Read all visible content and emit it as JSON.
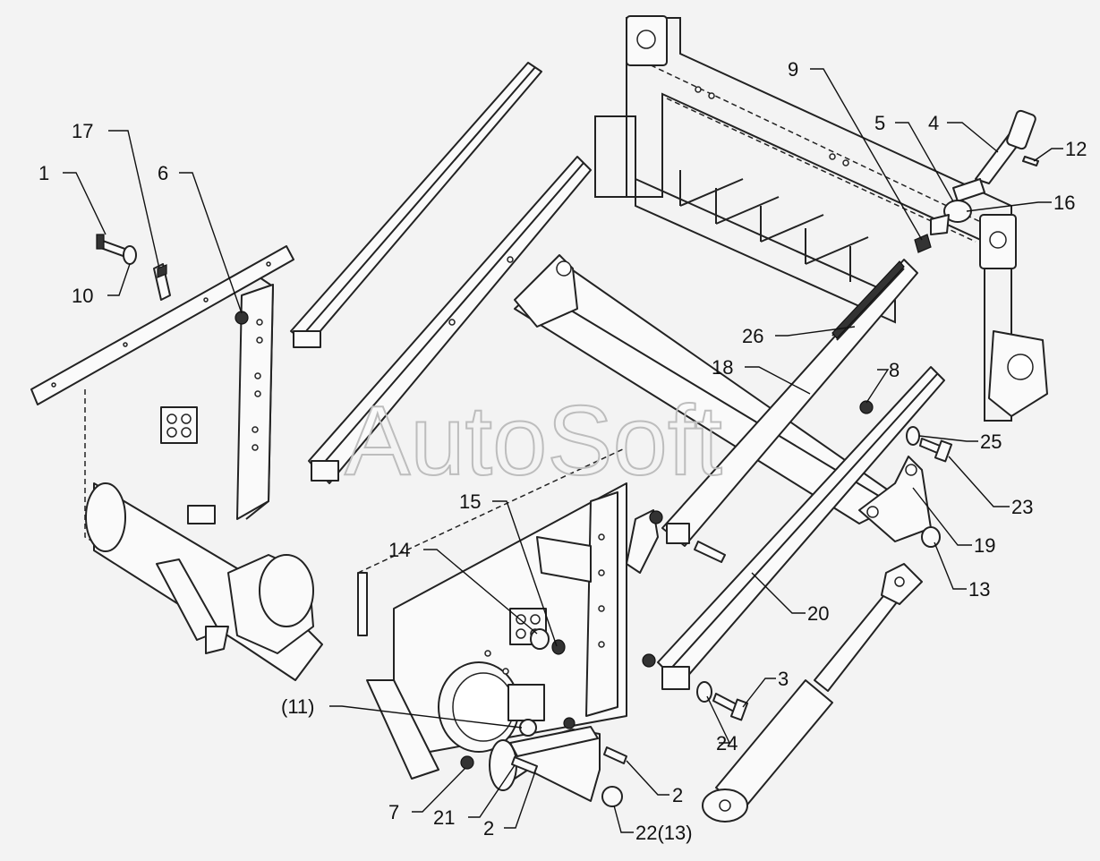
{
  "watermark": "AutoSoft",
  "callouts": [
    {
      "id": "1",
      "label": "1"
    },
    {
      "id": "17",
      "label": "17"
    },
    {
      "id": "6",
      "label": "6"
    },
    {
      "id": "10",
      "label": "10"
    },
    {
      "id": "9",
      "label": "9"
    },
    {
      "id": "5",
      "label": "5"
    },
    {
      "id": "4",
      "label": "4"
    },
    {
      "id": "12",
      "label": "12"
    },
    {
      "id": "16",
      "label": "16"
    },
    {
      "id": "26",
      "label": "26"
    },
    {
      "id": "18",
      "label": "18"
    },
    {
      "id": "8",
      "label": "8"
    },
    {
      "id": "25",
      "label": "25"
    },
    {
      "id": "23",
      "label": "23"
    },
    {
      "id": "19",
      "label": "19"
    },
    {
      "id": "13",
      "label": "13"
    },
    {
      "id": "20",
      "label": "20"
    },
    {
      "id": "15",
      "label": "15"
    },
    {
      "id": "14",
      "label": "14"
    },
    {
      "id": "3",
      "label": "3"
    },
    {
      "id": "24",
      "label": "24"
    },
    {
      "id": "11",
      "label": "(11)"
    },
    {
      "id": "7",
      "label": "7"
    },
    {
      "id": "21",
      "label": "21"
    },
    {
      "id": "2a",
      "label": "2"
    },
    {
      "id": "2b",
      "label": "2"
    },
    {
      "id": "22",
      "label": "22(13)"
    }
  ]
}
